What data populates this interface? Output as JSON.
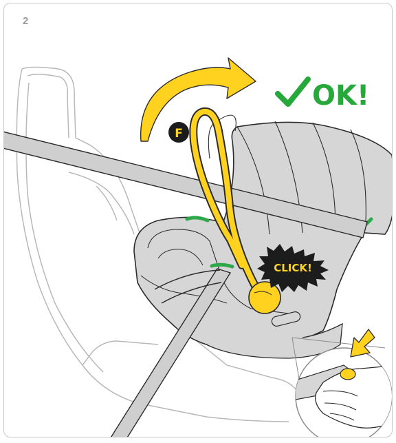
{
  "step_number": "2",
  "ok_label": "OK!",
  "click_label": "CLICK!",
  "callout_letter": "F",
  "icons": [
    "check-icon",
    "rotation-arrow-icon",
    "push-arrow-icon",
    "hand-icon"
  ],
  "colors": {
    "ok_green": "#27a83a",
    "handle_yellow": "#ffd21f",
    "belt_gray": "#cfcfcf",
    "shell_gray": "#d6d6d6",
    "click_burst": "#1c1c1c",
    "click_text": "#ffd21f",
    "guide_green": "#2fa84a"
  }
}
